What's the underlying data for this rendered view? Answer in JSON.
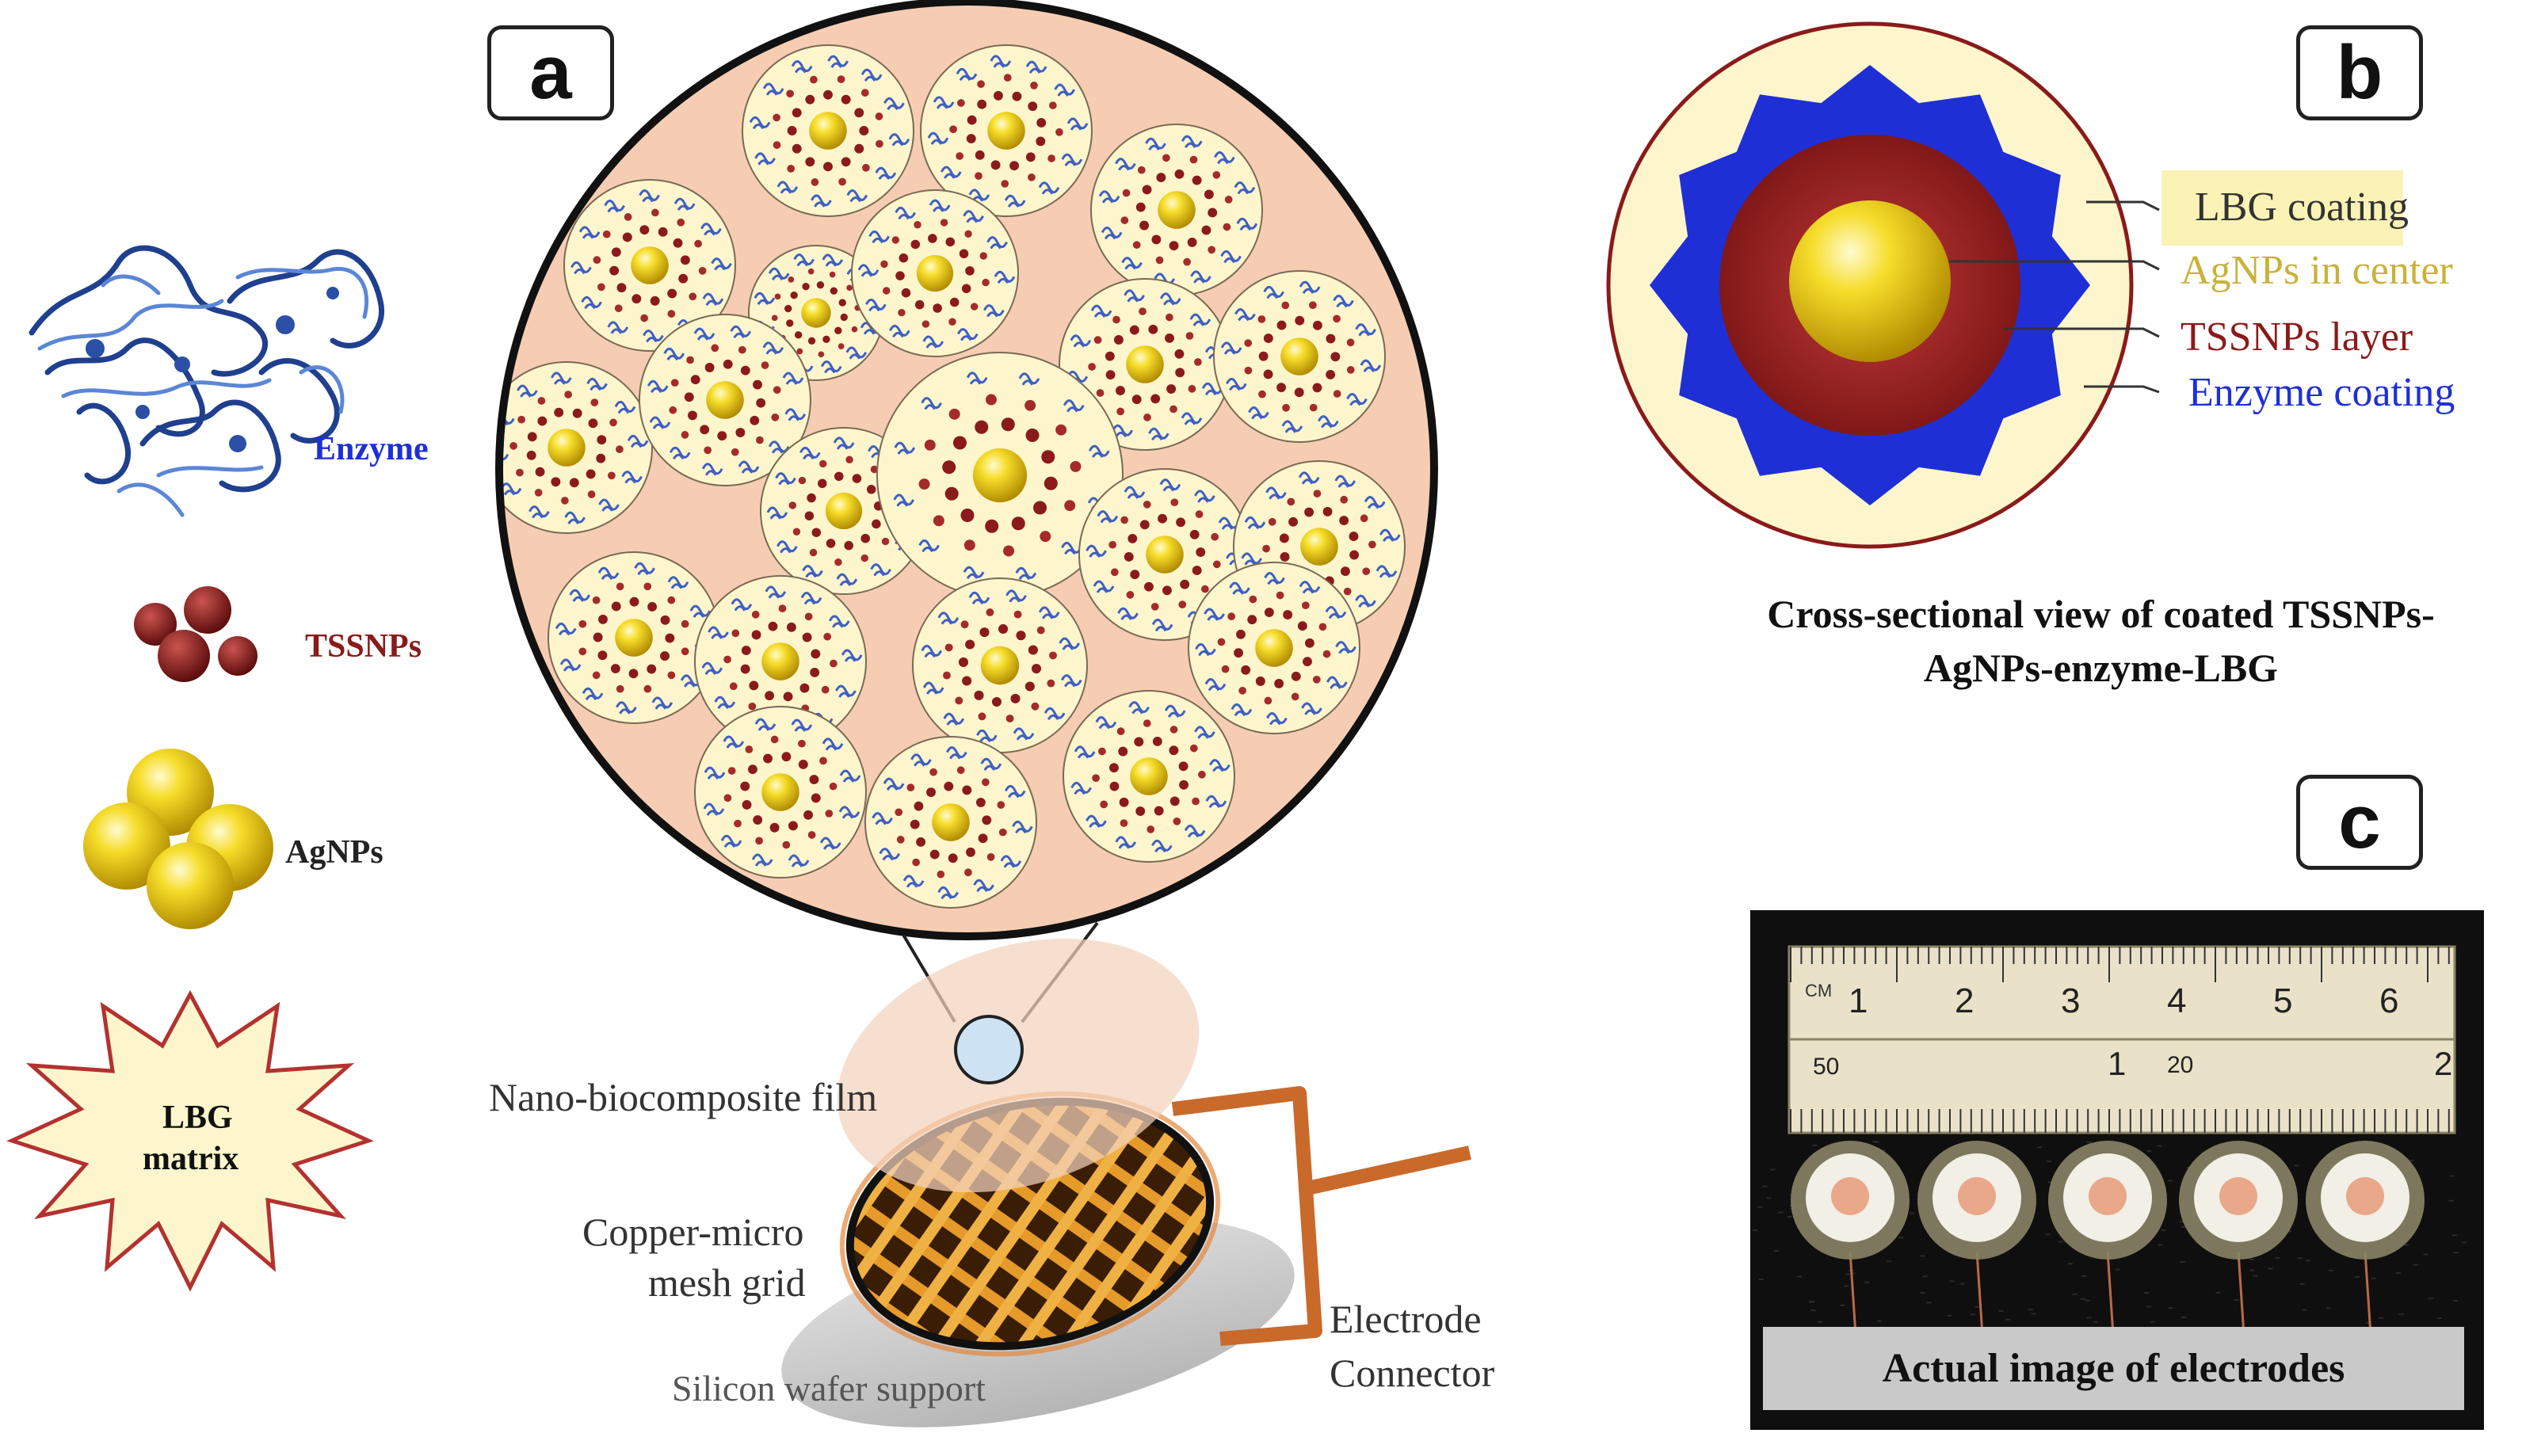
{
  "panels": {
    "a": "a",
    "b": "b",
    "c": "c"
  },
  "legend": {
    "enzyme": "Enzyme",
    "tssnps": "TSSNPs",
    "agnps": "AgNPs",
    "lbg_line1": "LBG",
    "lbg_line2": "matrix"
  },
  "panel_a": {
    "film_label": "Nano-biocomposite film",
    "mesh_label_line1": "Copper-micro",
    "mesh_label_line2": "mesh grid",
    "wafer_label": "Silicon wafer support",
    "connector_line1": "Electrode",
    "connector_line2": "Connector"
  },
  "panel_b": {
    "layers": {
      "lbg": "LBG coating",
      "agnps": "AgNPs in center",
      "tssnps": "TSSNPs layer",
      "enzyme": "Enzyme coating"
    },
    "caption_line1": "Cross-sectional view of coated TSSNPs-",
    "caption_line2": "AgNPs-enzyme-LBG"
  },
  "panel_c": {
    "caption": "Actual image of electrodes",
    "ruler_unit": "CM",
    "ruler_top_numbers": [
      "1",
      "2",
      "3",
      "4",
      "5",
      "6"
    ],
    "ruler_bottom_left": "50",
    "ruler_bottom_mid": "1",
    "ruler_bottom_right": "20",
    "ruler_bottom_end": "2"
  },
  "colors": {
    "enzyme_blue": "#1f2fd6",
    "tssnps_red": "#8b1a1a",
    "agnps_yellow": "#f2d41e",
    "lbg_cream": "#fdf6cc",
    "matrix_peach": "#f6cdb3",
    "copper": "#c96a2b",
    "ag_label": "#c9b23a",
    "highlight": "#fbf3b6"
  }
}
